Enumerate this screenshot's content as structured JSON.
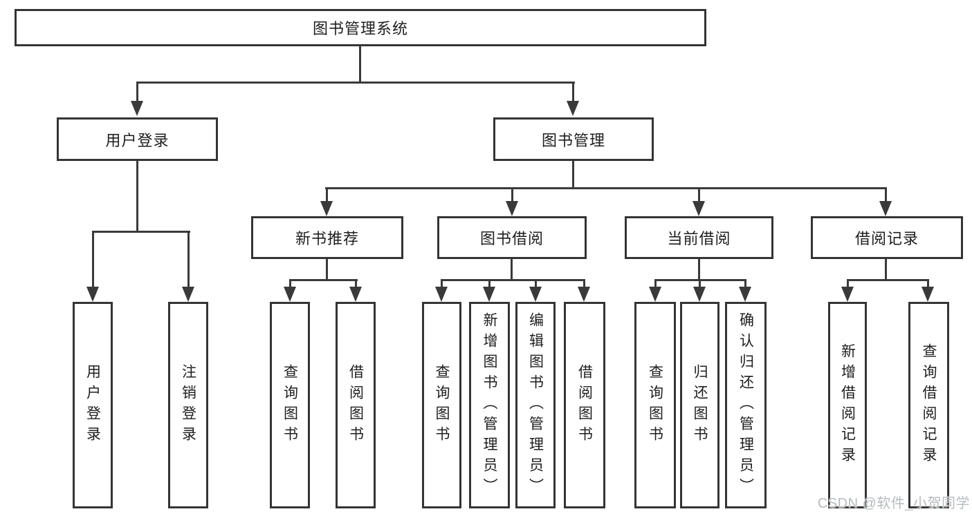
{
  "diagram": {
    "title": "图书管理系统",
    "nodes": {
      "root": "图书管理系统",
      "level2": [
        "用户登录",
        "图书管理"
      ],
      "level3": [
        "新书推荐",
        "图书借阅",
        "当前借阅",
        "借阅记录"
      ],
      "leaves_login": [
        "用户登录",
        "注销登录"
      ],
      "leaves_new_book": [
        "查询图书",
        "借阅图书"
      ],
      "leaves_borrow": [
        "查询图书",
        "新增图书（管理员）",
        "编辑图书（管理员）",
        "借阅图书"
      ],
      "leaves_current": [
        "查询图书",
        "归还图书",
        "确认归还（管理员）"
      ],
      "leaves_records": [
        "新增借阅记录",
        "查询借阅记录"
      ]
    },
    "colors": {
      "line": "#3a3a3a",
      "box_border": "#343434",
      "text": "#1e1e1e",
      "background": "#ffffff",
      "watermark": "#b7bbbe"
    }
  },
  "watermark": {
    "text": "CSDN @软件_小贺同学"
  }
}
